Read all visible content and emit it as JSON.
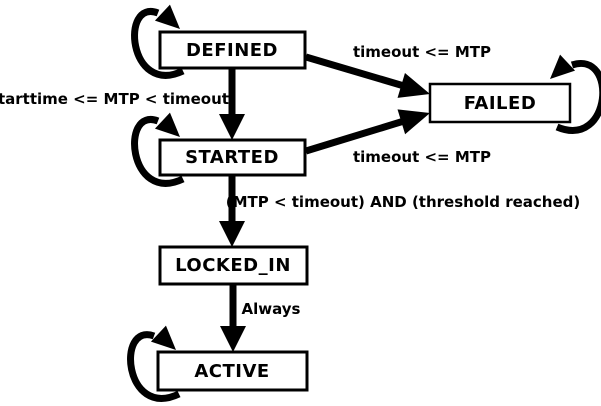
{
  "states": {
    "defined": {
      "label": "DEFINED"
    },
    "started": {
      "label": "STARTED"
    },
    "failed": {
      "label": "FAILED"
    },
    "locked_in": {
      "label": "LOCKED_IN"
    },
    "active": {
      "label": "ACTIVE"
    }
  },
  "transitions": {
    "defined_to_failed": {
      "label": "timeout <= MTP"
    },
    "started_to_failed": {
      "label": "timeout <= MTP"
    },
    "defined_to_started": {
      "label": "starttime <= MTP < timeout"
    },
    "started_to_locked_in": {
      "label": "(MTP < timeout) AND (threshold reached)"
    },
    "locked_in_to_active": {
      "label": "Always"
    }
  },
  "colors": {
    "background": "#ffffff",
    "stroke": "#000000",
    "box_fill": "#ffffff",
    "text": "#000000"
  }
}
